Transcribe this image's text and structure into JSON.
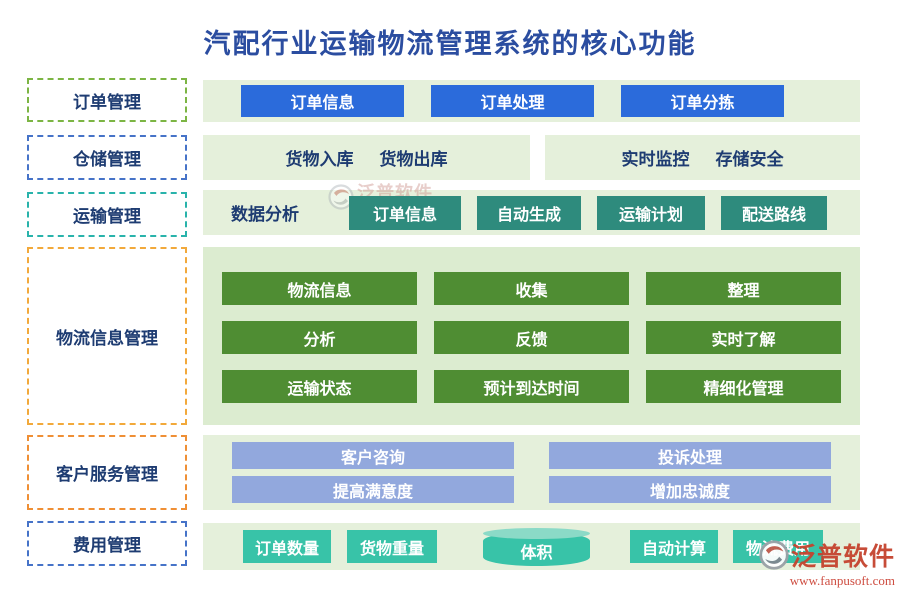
{
  "title": "汽配行业运输物流管理系统的核心功能",
  "sidebar": {
    "items": [
      {
        "label": "订单管理",
        "border_color": "#7cb544"
      },
      {
        "label": "仓储管理",
        "border_color": "#4673c8"
      },
      {
        "label": "运输管理",
        "border_color": "#29b3ab"
      },
      {
        "label": "物流信息管理",
        "border_color": "#f2a93b"
      },
      {
        "label": "客户服务管理",
        "border_color": "#ef8f35"
      },
      {
        "label": "费用管理",
        "border_color": "#4673c8"
      }
    ]
  },
  "order_row": {
    "buttons": [
      "订单信息",
      "订单处理",
      "订单分拣"
    ]
  },
  "warehouse_row": {
    "left": [
      "货物入库",
      "货物出库"
    ],
    "right": [
      "实时监控",
      "存储安全"
    ]
  },
  "transport_row": {
    "label": "数据分析",
    "buttons": [
      "订单信息",
      "自动生成",
      "运输计划",
      "配送路线"
    ]
  },
  "logistics_panel": {
    "rows": [
      [
        "物流信息",
        "收集",
        "整理"
      ],
      [
        "分析",
        "反馈",
        "实时了解"
      ],
      [
        "运输状态",
        "预计到达时间",
        "精细化管理"
      ]
    ]
  },
  "customer_row": {
    "rows": [
      [
        "客户咨询",
        "投诉处理"
      ],
      [
        "提高满意度",
        "增加忠诚度"
      ]
    ]
  },
  "fee_row": {
    "buttons": [
      "订单数量",
      "货物重量",
      "体积",
      "自动计算",
      "物流费用"
    ]
  },
  "watermark": {
    "text": "泛普软件"
  },
  "logo": {
    "text": "泛普软件",
    "url": "www.fanpusoft.com"
  },
  "colors": {
    "title_text": "#2b4da0",
    "label_text": "#1e3c72",
    "band_bg": "#e5f0db",
    "panel_bg": "#dcecd0",
    "blue_button": "#2b6bdb",
    "teal_green_button": "#2e8b7d",
    "green_button": "#4f8d33",
    "periwinkle_button": "#92a8dd",
    "teal_button": "#38c3a8",
    "cylinder_top": "#8bdac7",
    "logo_red": "#c5432e"
  }
}
